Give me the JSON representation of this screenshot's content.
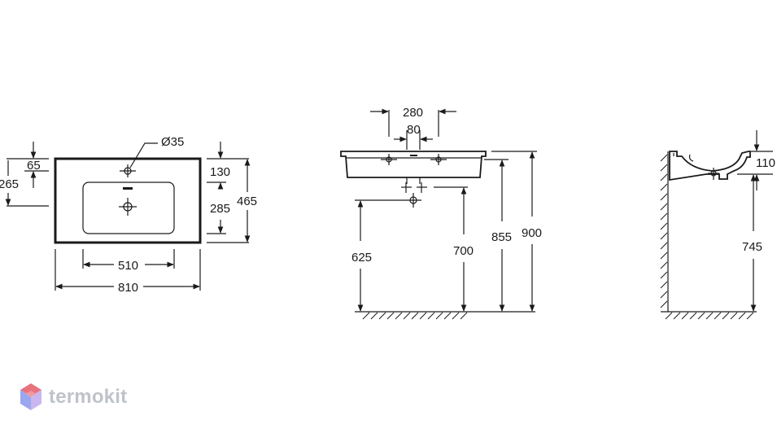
{
  "top_view": {
    "hole_diameter": "Ø35",
    "dim_65": "65",
    "dim_265": "265",
    "dim_130": "130",
    "dim_285": "285",
    "dim_465": "465",
    "dim_510": "510",
    "dim_810": "810"
  },
  "front_view": {
    "dim_280": "280",
    "dim_80": "80",
    "dim_625": "625",
    "dim_700": "700",
    "dim_855": "855",
    "dim_900": "900"
  },
  "side_view": {
    "dim_110": "110",
    "dim_745": "745"
  },
  "logo": {
    "text": "termokit",
    "colors": [
      "#e8727e",
      "#9aa7ee",
      "#c9b6f0"
    ]
  }
}
